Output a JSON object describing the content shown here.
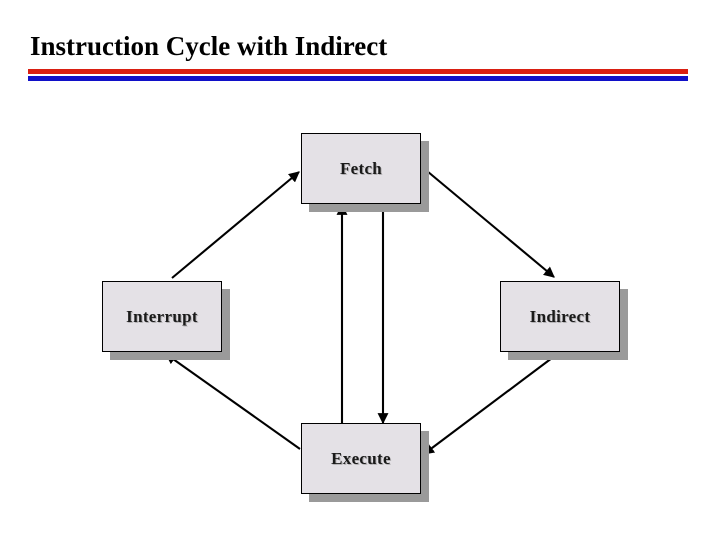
{
  "slide": {
    "title": "Instruction Cycle with Indirect",
    "background_color": "#ffffff",
    "rule_colors": {
      "top": "#d91f12",
      "bottom": "#1010c8"
    }
  },
  "diagram": {
    "type": "state-cycle-flowchart",
    "node_fill_color": "#e4e1e6",
    "node_border_color": "#000000",
    "node_shadow_color": "#9a9a9a",
    "arrow_color": "#000000",
    "nodes": [
      {
        "id": "fetch",
        "label": "Fetch"
      },
      {
        "id": "interrupt",
        "label": "Interrupt"
      },
      {
        "id": "indirect",
        "label": "Indirect"
      },
      {
        "id": "execute",
        "label": "Execute"
      }
    ],
    "edges": [
      {
        "from": "interrupt",
        "to": "fetch"
      },
      {
        "from": "fetch",
        "to": "indirect"
      },
      {
        "from": "indirect",
        "to": "execute"
      },
      {
        "from": "execute",
        "to": "interrupt"
      },
      {
        "from": "execute",
        "to": "fetch"
      },
      {
        "from": "fetch",
        "to": "execute"
      }
    ]
  }
}
